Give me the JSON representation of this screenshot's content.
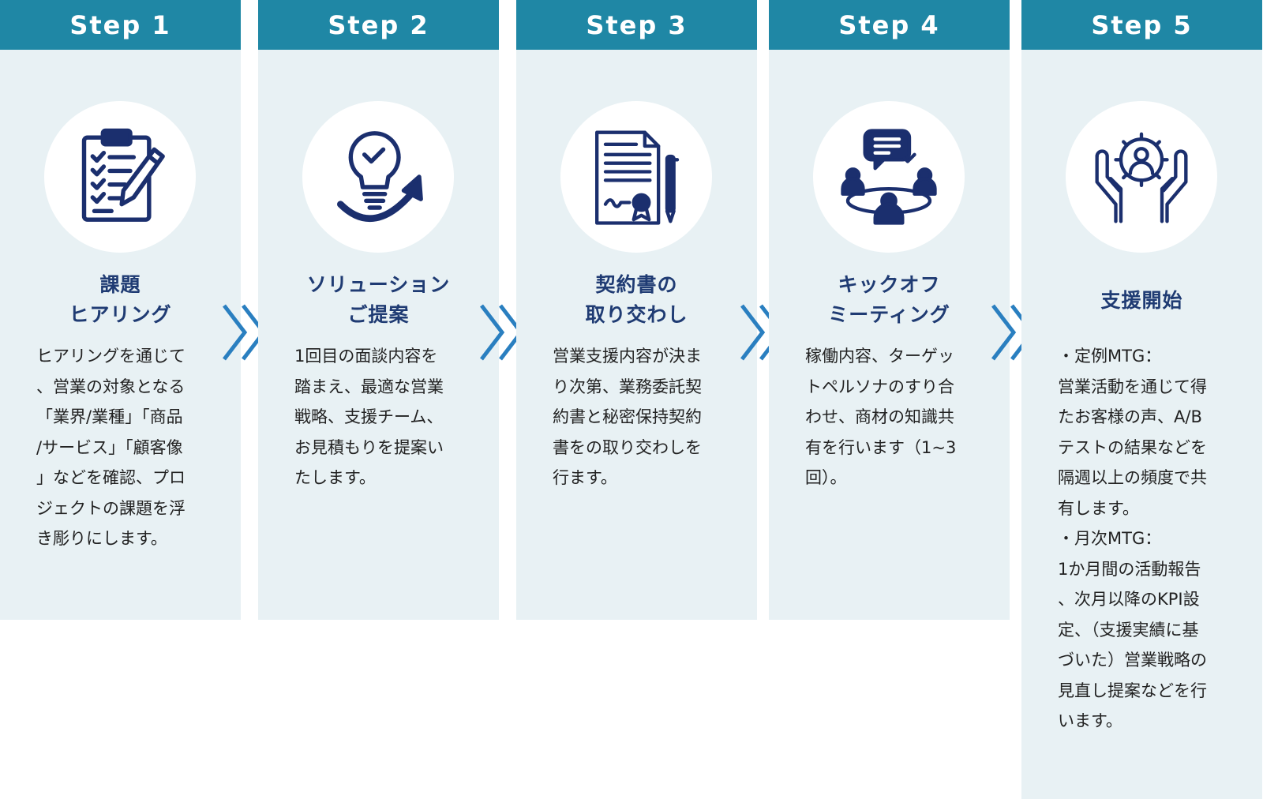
{
  "colors": {
    "header": "#1f87a5",
    "panel": "#e8f1f4",
    "title": "#1f3b73",
    "icon": "#1b2f6e",
    "chevron": "#2a7fc0"
  },
  "steps": [
    {
      "label": "Step 1",
      "title": "課題\nヒアリング",
      "body": "ヒアリングを通じて\n、営業の対象となる\n「業界/業種」「商品\n/サービス」「顧客像\n」などを確認、プロ\nジェクトの課題を浮\nき彫りにします。",
      "icon": "clipboard-checklist-icon"
    },
    {
      "label": "Step 2",
      "title": "ソリューション\nご提案",
      "body": "1回目の面談内容を\n踏まえ、最適な営業\n戦略、支援チーム、\nお見積もりを提案い\nたします。",
      "icon": "lightbulb-arrow-icon"
    },
    {
      "label": "Step 3",
      "title": "契約書の\n取り交わし",
      "body": "営業支援内容が決ま\nり次第、業務委託契\n約書と秘密保持契約\n書をの取り交わしを\n行ます。",
      "icon": "contract-pen-icon"
    },
    {
      "label": "Step 4",
      "title": "キックオフ\nミーティング",
      "body": "稼働内容、ターゲッ\nトペルソナのすり合\nわせ、商材の知識共\n有を行います（1~3\n回）。",
      "icon": "meeting-table-icon"
    },
    {
      "label": "Step 5",
      "title": "支援開始",
      "body": "・定例MTG：\n営業活動を通じて得\nたお客様の声、A/B\nテストの結果などを\n隔週以上の頻度で共\n有します。\n・月次MTG：\n1か月間の活動報告\n、次月以降のKPI設\n定、（支援実績に基\nづいた）営業戦略の\n見直し提案などを行\nいます。",
      "icon": "hands-gear-icon"
    }
  ]
}
